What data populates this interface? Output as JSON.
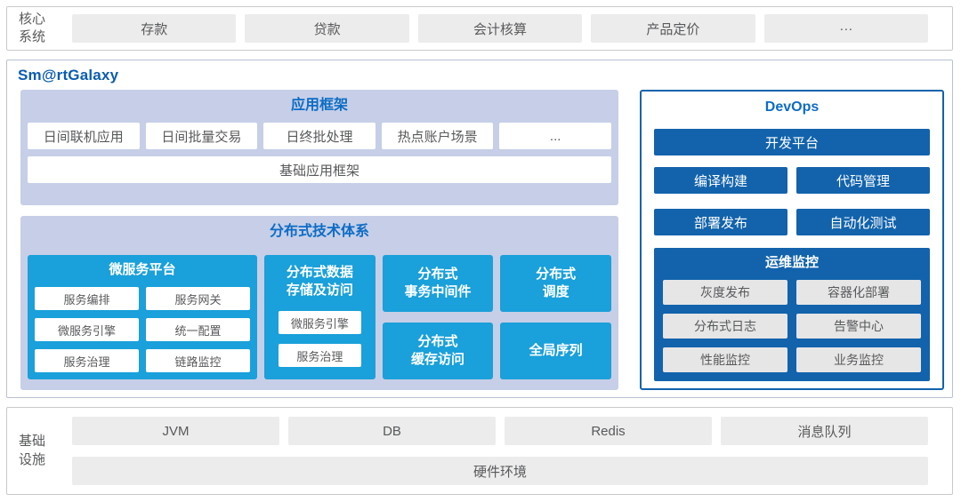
{
  "colors": {
    "accent_cyan": "#1AA0DA",
    "accent_dark_blue": "#1263AC",
    "section_title_blue": "#0D6CC6",
    "brand_blue": "#0A5CB0",
    "panel_lavender": "#C6CFE7",
    "gray_box": "#ECECEC"
  },
  "core_systems": {
    "label": "核心\n系统",
    "items": [
      "存款",
      "贷款",
      "会计核算",
      "产品定价",
      "···"
    ]
  },
  "platform": {
    "brand": "Sm@rtGalaxy",
    "app_framework": {
      "title": "应用框架",
      "items": [
        "日间联机应用",
        "日间批量交易",
        "日终批处理",
        "热点账户场景",
        "..."
      ],
      "base": "基础应用框架"
    },
    "distributed": {
      "title": "分布式技术体系",
      "microservice": {
        "title": "微服务平台",
        "items": [
          "服务编排",
          "服务网关",
          "微服务引擎",
          "统一配置",
          "服务治理",
          "链路监控"
        ]
      },
      "data_storage": {
        "title": "分布式数据\n存储及访问",
        "items": [
          "微服务引擎",
          "服务治理"
        ]
      },
      "blocks": {
        "transaction": "分布式\n事务中间件",
        "scheduling": "分布式\n调度",
        "cache": "分布式\n缓存访问",
        "sequence": "全局序列"
      }
    },
    "devops": {
      "title": "DevOps",
      "dev_platform": "开发平台",
      "tools": [
        "编译构建",
        "代码管理",
        "部署发布",
        "自动化测试"
      ],
      "ops_monitor": {
        "title": "运维监控",
        "items": [
          "灰度发布",
          "容器化部署",
          "分布式日志",
          "告警中心",
          "性能监控",
          "业务监控"
        ]
      }
    }
  },
  "infrastructure": {
    "label": "基础\n设施",
    "items": [
      "JVM",
      "DB",
      "Redis",
      "消息队列"
    ],
    "base": "硬件环境"
  }
}
